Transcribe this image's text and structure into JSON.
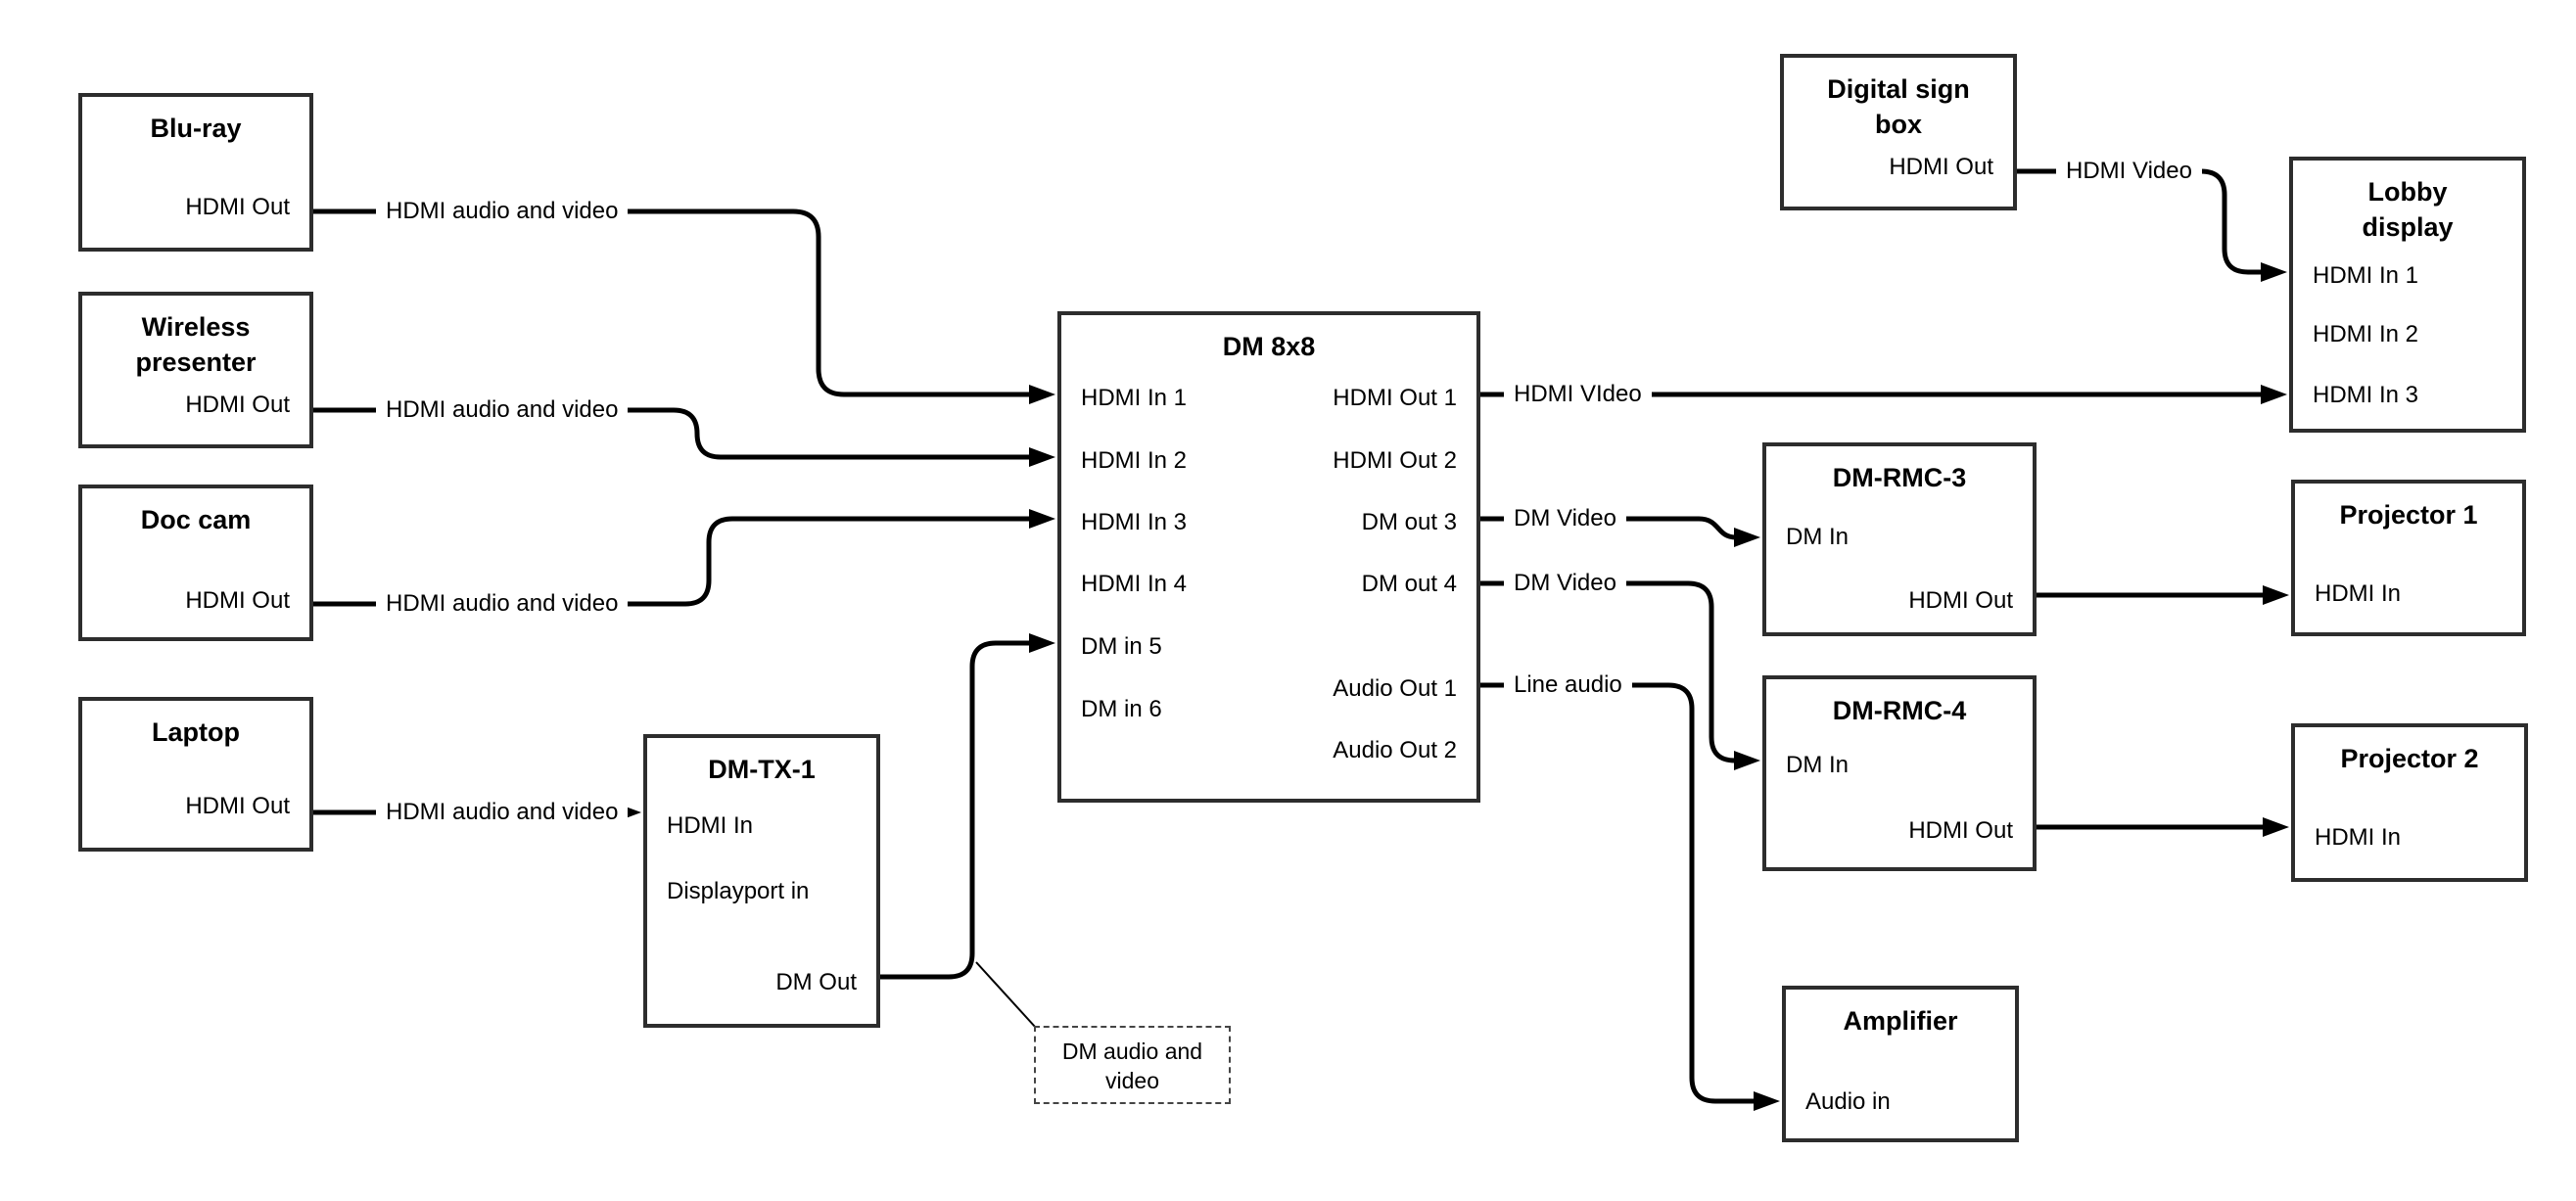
{
  "colors": {
    "cable": "#000000",
    "box_border": "#2d2d2d",
    "background": "#ffffff"
  },
  "nodes": {
    "bluray": {
      "title": "Blu-ray",
      "ports": {
        "hdmi_out": "HDMI Out"
      }
    },
    "wireless": {
      "title_line1": "Wireless",
      "title_line2": "presenter",
      "ports": {
        "hdmi_out": "HDMI Out"
      }
    },
    "doc_cam": {
      "title": "Doc cam",
      "ports": {
        "hdmi_out": "HDMI Out"
      }
    },
    "laptop": {
      "title": "Laptop",
      "ports": {
        "hdmi_out": "HDMI Out"
      }
    },
    "dm_tx_1": {
      "title": "DM-TX-1",
      "ports": {
        "hdmi_in": "HDMI In",
        "displayport_in": "Displayport in",
        "dm_out": "DM Out"
      }
    },
    "dm_8x8": {
      "title": "DM 8x8",
      "ports": {
        "hdmi_in_1": "HDMI In 1",
        "hdmi_in_2": "HDMI In 2",
        "hdmi_in_3": "HDMI In 3",
        "hdmi_in_4": "HDMI In 4",
        "dm_in_5": "DM in 5",
        "dm_in_6": "DM in 6",
        "hdmi_out_1": "HDMI Out 1",
        "hdmi_out_2": "HDMI Out 2",
        "dm_out_3": "DM out 3",
        "dm_out_4": "DM out 4",
        "audio_out_1": "Audio Out 1",
        "audio_out_2": "Audio Out 2"
      }
    },
    "digital_sign_box": {
      "title_line1": "Digital sign",
      "title_line2": "box",
      "ports": {
        "hdmi_out": "HDMI Out"
      }
    },
    "lobby_display": {
      "title_line1": "Lobby",
      "title_line2": "display",
      "ports": {
        "hdmi_in_1": "HDMI In 1",
        "hdmi_in_2": "HDMI In 2",
        "hdmi_in_3": "HDMI In 3"
      }
    },
    "dm_rmc_3": {
      "title": "DM-RMC-3",
      "ports": {
        "dm_in": "DM In",
        "hdmi_out": "HDMI Out"
      }
    },
    "projector_1": {
      "title": "Projector 1",
      "ports": {
        "hdmi_in": "HDMI In"
      }
    },
    "dm_rmc_4": {
      "title": "DM-RMC-4",
      "ports": {
        "dm_in": "DM In",
        "hdmi_out": "HDMI Out"
      }
    },
    "projector_2": {
      "title": "Projector 2",
      "ports": {
        "hdmi_in": "HDMI In"
      }
    },
    "amplifier": {
      "title": "Amplifier",
      "ports": {
        "audio_in": "Audio in"
      }
    }
  },
  "connection_labels": {
    "bluray_to_dm8x8": "HDMI audio and video",
    "wireless_to_dm8x8": "HDMI audio and video",
    "doccam_to_dm8x8": "HDMI audio and video",
    "laptop_to_dmtx1": "HDMI audio and video",
    "hdmiout1_to_lobby": "HDMI VIdeo",
    "digitalsign_to_lobby": "HDMI Video",
    "dmout3_to_rmc3": "DM Video",
    "dmout4_to_rmc4": "DM Video",
    "audioout1_to_amp": "Line audio"
  },
  "annotation": {
    "line1": "DM audio and",
    "line2": "video"
  }
}
